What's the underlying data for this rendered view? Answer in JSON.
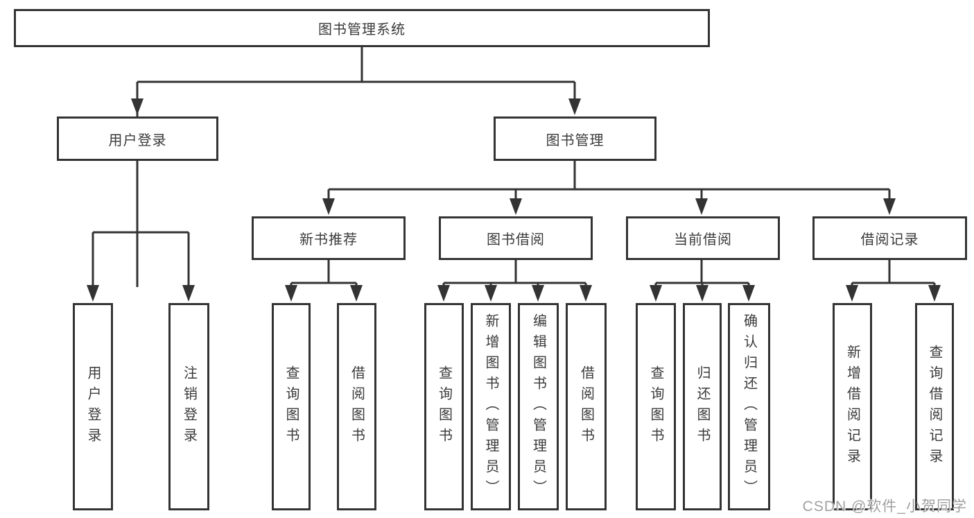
{
  "diagram": {
    "title": "图书管理系统",
    "colors": {
      "line": "#333333",
      "text": "#3a3a3a",
      "background": "#ffffff",
      "watermark": "#a0a0a0"
    },
    "root": {
      "label": "图书管理系统"
    },
    "level2": [
      {
        "label": "用户登录"
      },
      {
        "label": "图书管理"
      }
    ],
    "level3": [
      {
        "label": "新书推荐",
        "parent": "图书管理"
      },
      {
        "label": "图书借阅",
        "parent": "图书管理"
      },
      {
        "label": "当前借阅",
        "parent": "图书管理"
      },
      {
        "label": "借阅记录",
        "parent": "图书管理"
      }
    ],
    "leaves": [
      {
        "label": "用户登录",
        "parent": "用户登录"
      },
      {
        "label": "注销登录",
        "parent": "用户登录"
      },
      {
        "label": "查询图书",
        "parent": "新书推荐"
      },
      {
        "label": "借阅图书",
        "parent": "新书推荐"
      },
      {
        "label": "查询图书",
        "parent": "图书借阅"
      },
      {
        "label": "新增图书（管理员）",
        "parent": "图书借阅"
      },
      {
        "label": "编辑图书（管理员）",
        "parent": "图书借阅"
      },
      {
        "label": "借阅图书",
        "parent": "图书借阅"
      },
      {
        "label": "查询图书",
        "parent": "当前借阅"
      },
      {
        "label": "归还图书",
        "parent": "当前借阅"
      },
      {
        "label": "确认归还（管理员）",
        "parent": "当前借阅"
      },
      {
        "label": "新增借阅记录",
        "parent": "借阅记录"
      },
      {
        "label": "查询借阅记录",
        "parent": "借阅记录"
      }
    ]
  },
  "watermark": {
    "text": "CSDN @软件_小贺同学"
  }
}
